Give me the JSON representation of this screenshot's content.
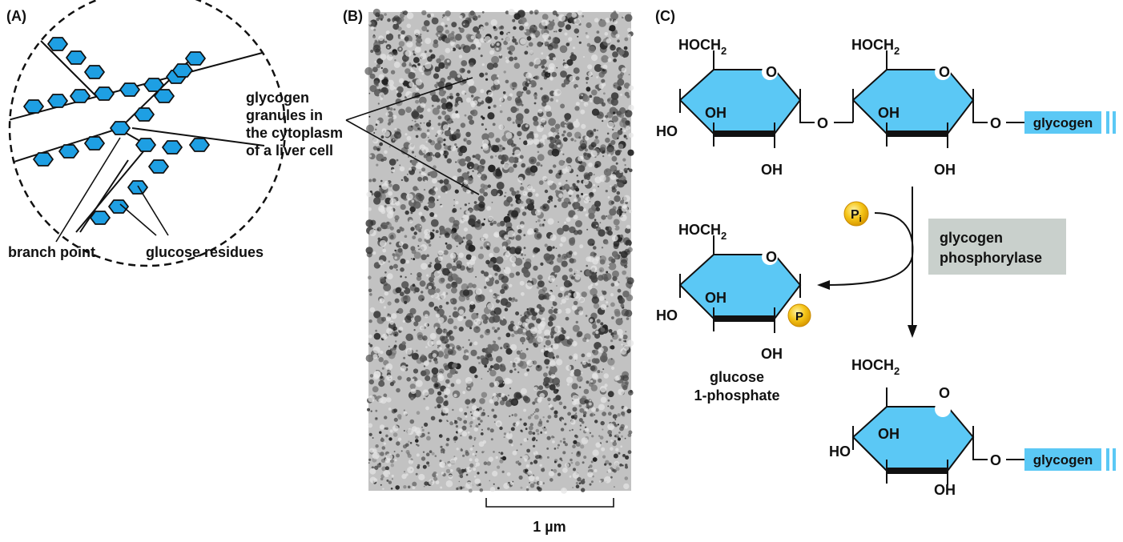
{
  "panels": {
    "a": {
      "label": "(A)",
      "labels": {
        "branch_point": "branch point",
        "glucose_residues": "glucose residues"
      }
    },
    "b": {
      "label": "(B)",
      "callout": [
        "glycogen",
        "granules in",
        "the cytoplasm",
        "of a liver cell"
      ],
      "scale_bar": "1 µm"
    },
    "c": {
      "label": "(C)",
      "hoch2": "HOCH",
      "hoch2_sub": "2",
      "ring_o": "O",
      "oh": "OH",
      "ho": "HO",
      "link_o": "O",
      "glycogen_tag": "glycogen",
      "phosphate": "P",
      "pi": "P",
      "pi_sub": "i",
      "enzyme": [
        "glycogen",
        "phosphorylase"
      ],
      "product": [
        "glucose",
        "1-phosphate"
      ]
    }
  },
  "colors": {
    "ring_fill": "#5bc8f5",
    "residue_fill": "#1e9fe3",
    "tag_fill": "#5bc8f5",
    "enzyme_box": "#c9d0cc",
    "phosphate_fill": "#f5c518"
  }
}
